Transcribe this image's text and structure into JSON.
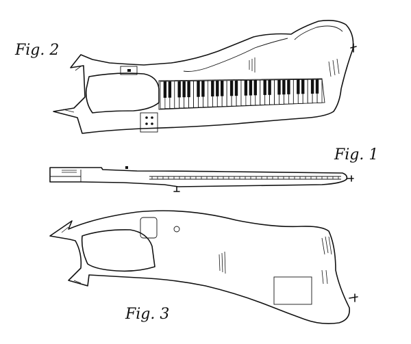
{
  "figures": {
    "fig2": {
      "label": "Fig. 2"
    },
    "fig1": {
      "label": "Fig. 1"
    },
    "fig3": {
      "label": "Fig. 3"
    }
  }
}
